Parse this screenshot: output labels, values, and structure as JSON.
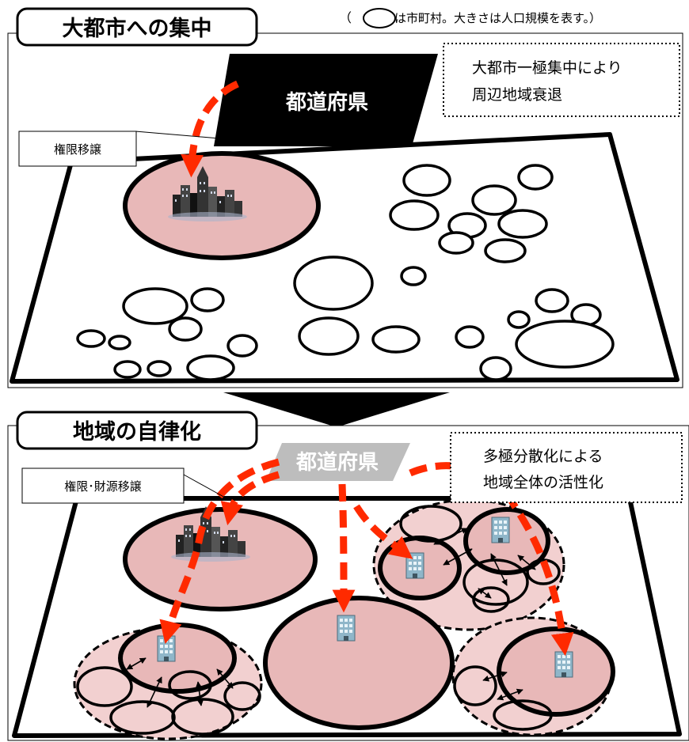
{
  "top_panel": {
    "title": "大都市への集中",
    "legend_text": "は市町村。大きさは人口規模を表す。）",
    "legend_open_paren": "（",
    "prefecture_label": "都道府県",
    "note_line1": "大都市一極集中により",
    "note_line2": "周辺地域衰退",
    "callout": "権限移譲"
  },
  "bottom_panel": {
    "title": "地域の自律化",
    "prefecture_label": "都道府県",
    "note_line1": "多極分散化による",
    "note_line2": "地域全体の活性化",
    "callout": "権限･財源移譲"
  },
  "colors": {
    "fill_pink": "#e8b8b8",
    "fill_pink_light": "#f2d0d0",
    "arrow_red": "#ff2a00",
    "prefecture_gray": "#bdbdbd"
  },
  "icons": [
    "city-skyline-icon",
    "office-building-icon"
  ]
}
